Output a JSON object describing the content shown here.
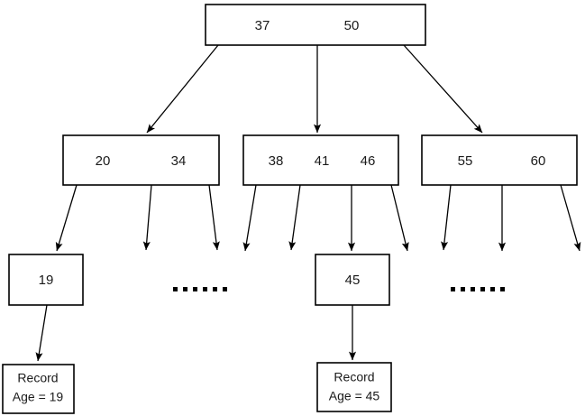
{
  "diagram": {
    "type": "b-tree-index",
    "colors": {
      "stroke": "#000000",
      "fill": "#ffffff",
      "text": "#1a1a1a"
    },
    "root": {
      "keys": [
        "37",
        "50"
      ]
    },
    "internal_nodes": [
      {
        "keys": [
          "20",
          "34"
        ]
      },
      {
        "keys": [
          "38",
          "41",
          "46"
        ]
      },
      {
        "keys": [
          "55",
          "60"
        ]
      }
    ],
    "leaf_nodes": [
      {
        "key": "19"
      },
      {
        "key": "45"
      }
    ],
    "records": [
      {
        "line1": "Record",
        "line2": "Age = 19"
      },
      {
        "line1": "Record",
        "line2": "Age = 45"
      }
    ],
    "ellipses": [
      {
        "text": "......"
      },
      {
        "text": "......"
      }
    ]
  }
}
